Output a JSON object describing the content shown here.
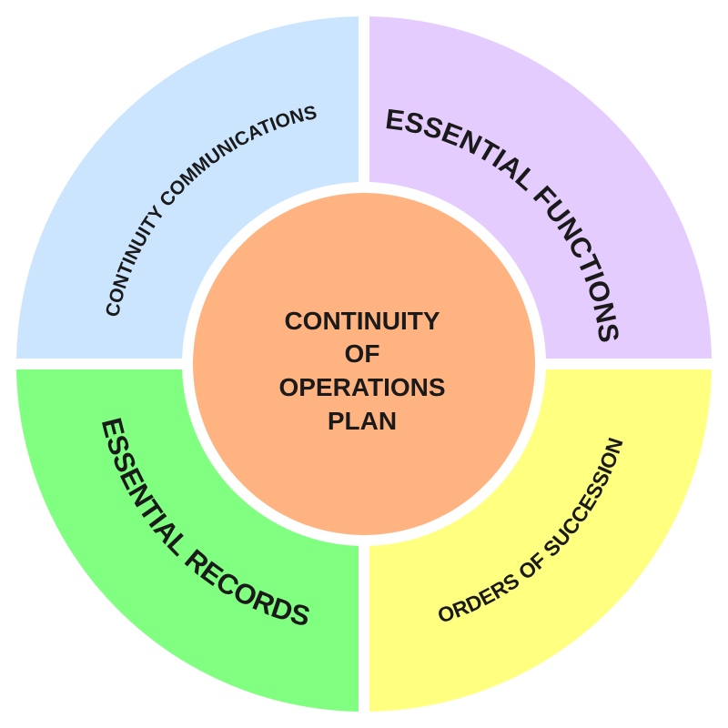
{
  "center": {
    "lines": [
      "CONTINUITY",
      "OF",
      "OPERATIONS",
      "PLAN"
    ],
    "color": "#ffb380"
  },
  "segments": [
    {
      "label": "CONTINUITY COMMUNICATIONS",
      "color": "#cce5ff"
    },
    {
      "label": "ESSENTIAL FUNCTIONS",
      "color": "#e5ccff"
    },
    {
      "label": "ESSENTIAL RECORDS",
      "color": "#80ff80"
    },
    {
      "label": "ORDERS OF SUCCESSION",
      "color": "#ffff80"
    }
  ]
}
